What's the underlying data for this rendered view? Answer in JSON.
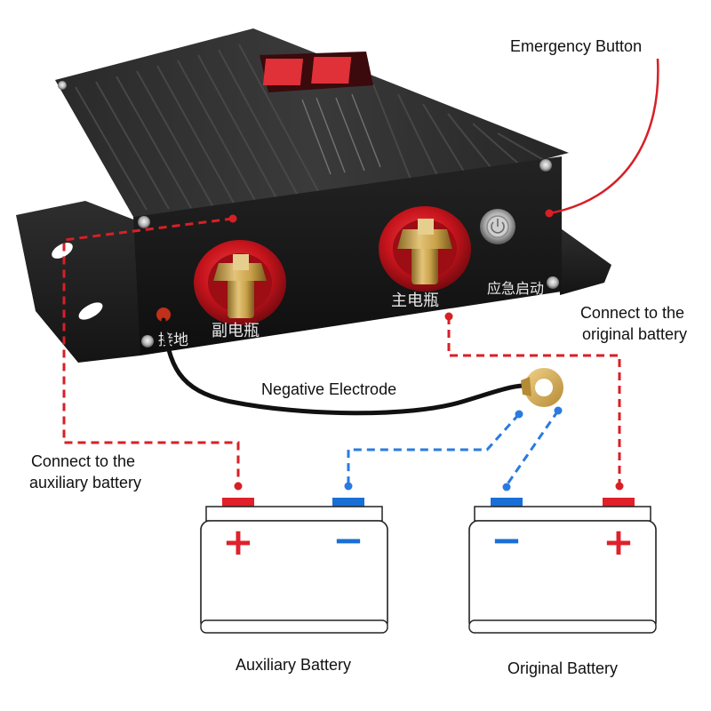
{
  "labels": {
    "emergency_button": "Emergency Button",
    "connect_original": [
      "Connect to the",
      "original battery"
    ],
    "negative_electrode": "Negative Electrode",
    "connect_auxiliary": [
      "Connect to the",
      "auxiliary battery"
    ],
    "auxiliary_battery": "Auxiliary Battery",
    "original_battery": "Original Battery"
  },
  "device": {
    "label_ground": "接地",
    "label_aux": "副电瓶",
    "label_main": "主电瓶",
    "label_emergency": "应急启动"
  },
  "battery_signs": {
    "plus": "+",
    "minus": "−"
  },
  "colors": {
    "positive": "#e0202a",
    "negative": "#1a6fd6",
    "wire_red": "#d81f26",
    "wire_blue": "#2a7be0",
    "housing": "#1c1c1c",
    "terminal_red": "#c8141c",
    "brass": "#c9a24a"
  }
}
